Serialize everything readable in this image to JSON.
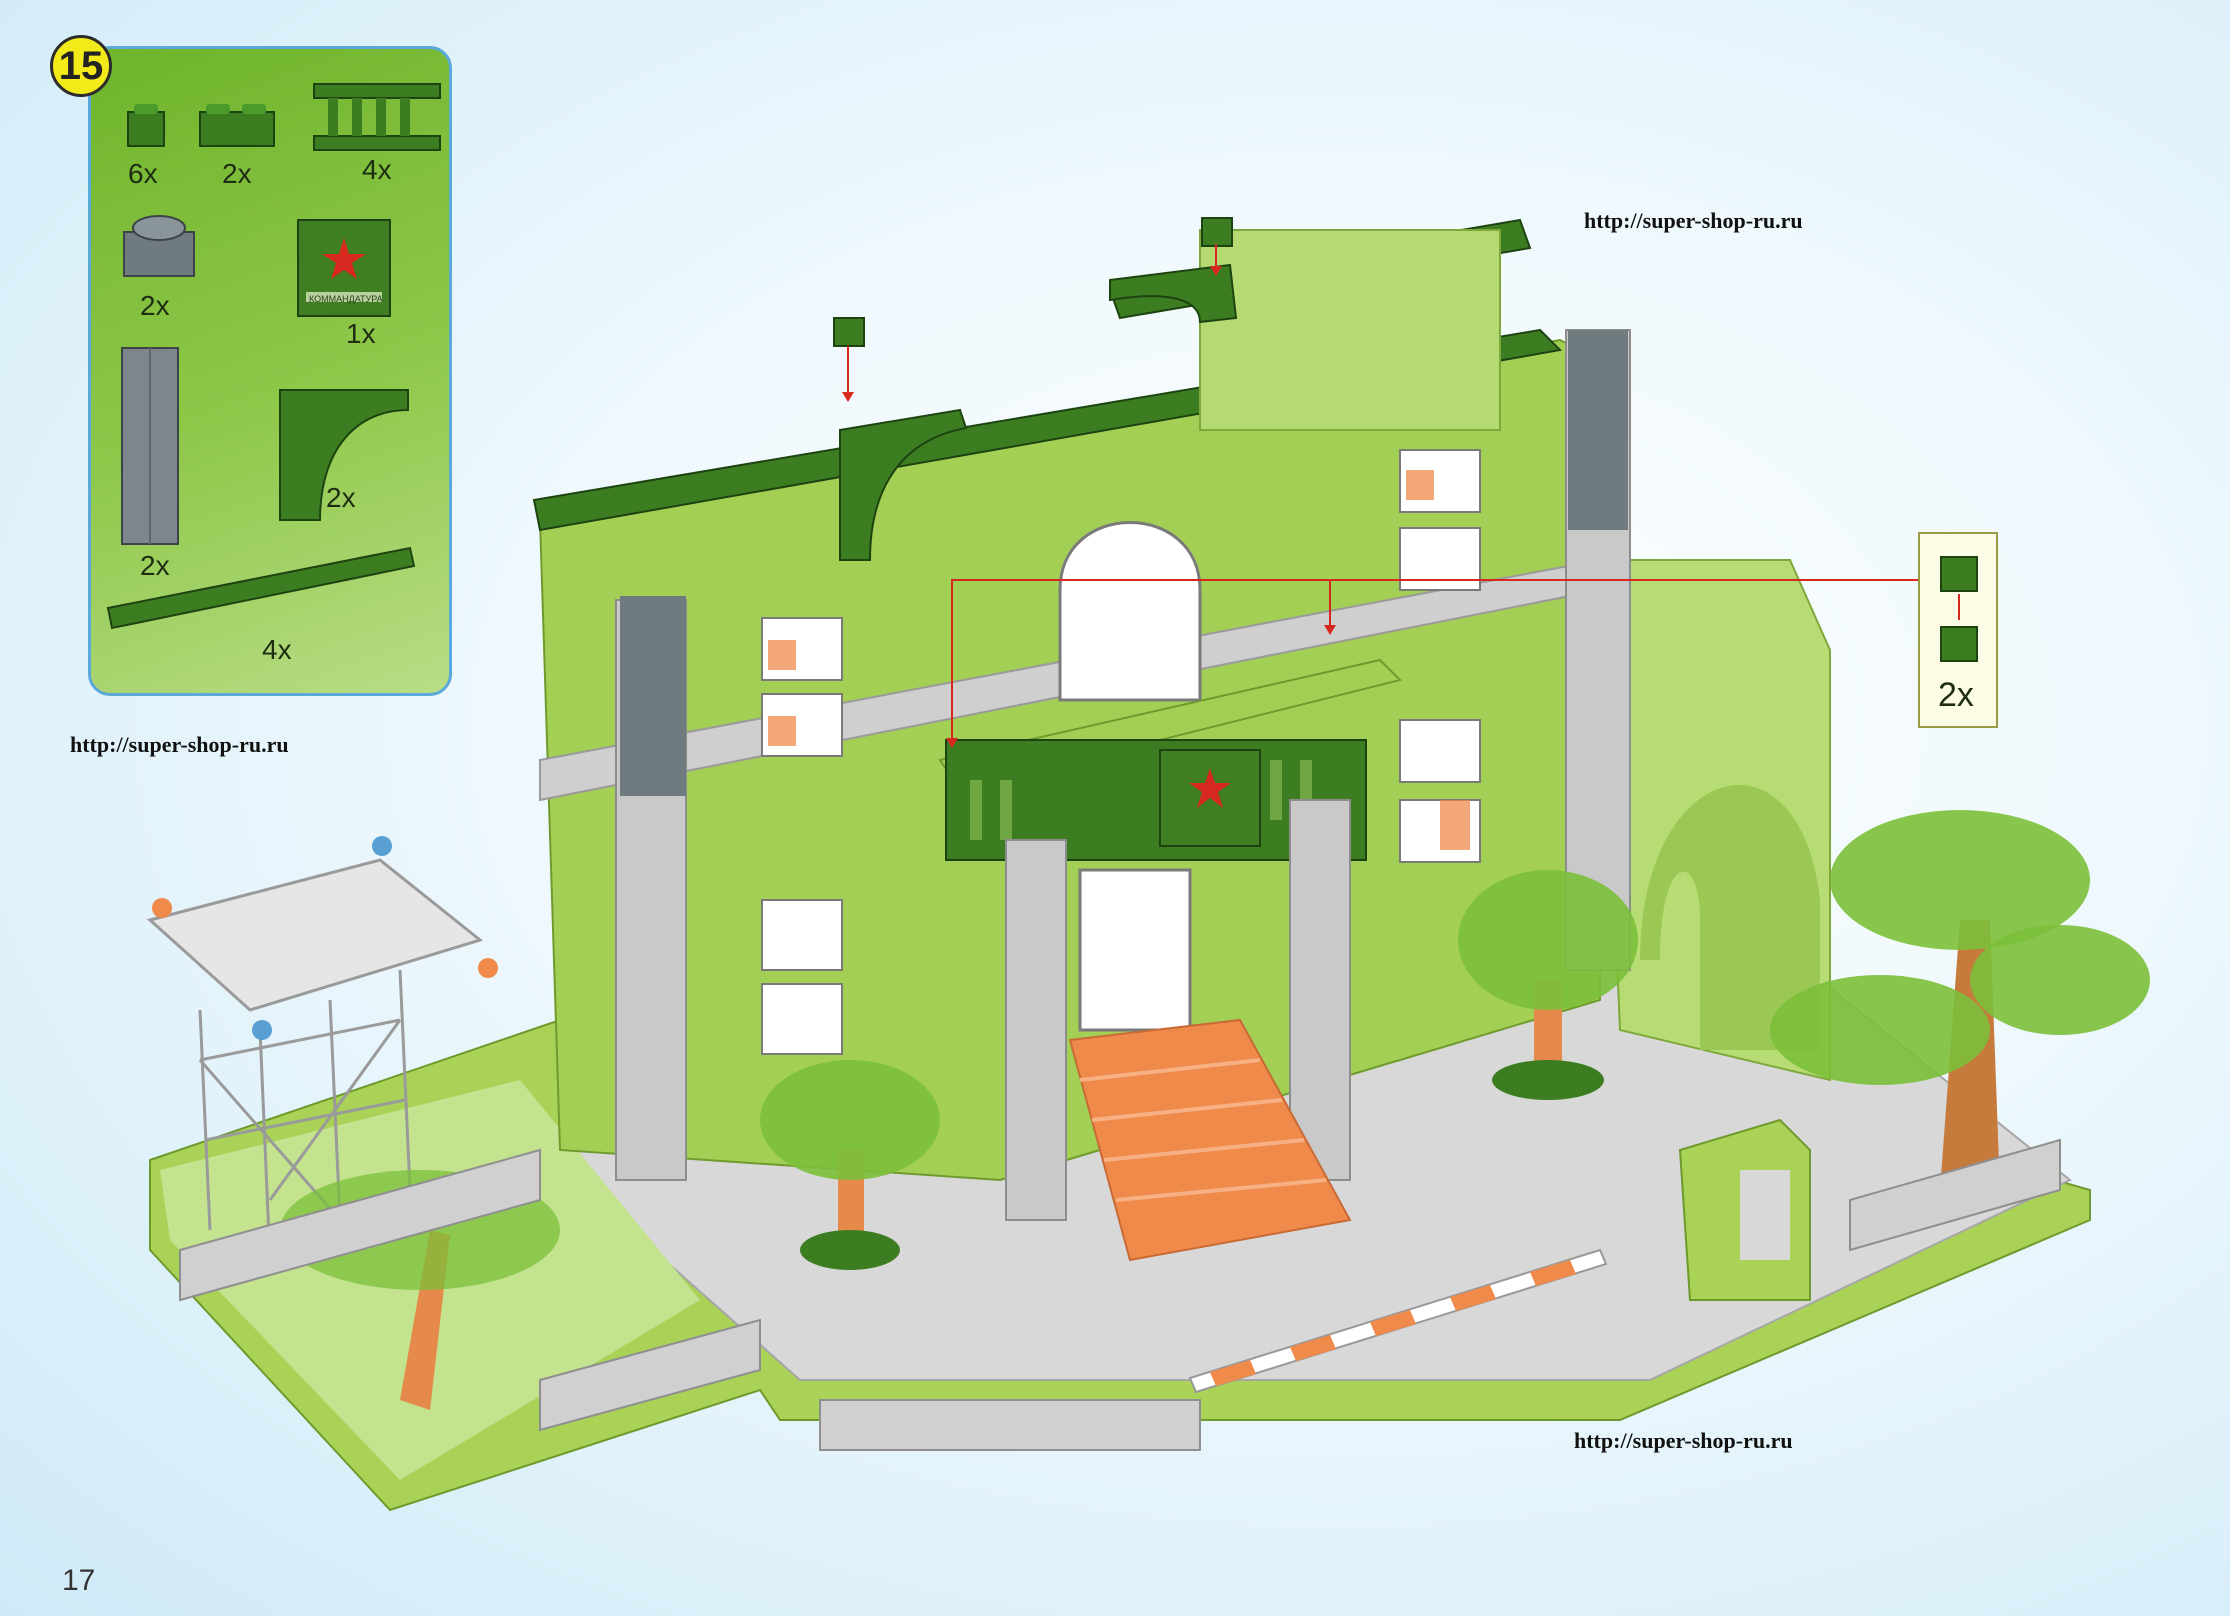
{
  "step": {
    "number": "15"
  },
  "parts": [
    {
      "name": "1x1 brick",
      "qty": "6x"
    },
    {
      "name": "1x2 brick",
      "qty": "2x"
    },
    {
      "name": "fence",
      "qty": "4x"
    },
    {
      "name": "round plate",
      "qty": "2x"
    },
    {
      "name": "emblem panel",
      "qty": "1x",
      "emblem_text": "КОММАНДАТУРА"
    },
    {
      "name": "column",
      "qty": "2x"
    },
    {
      "name": "arch",
      "qty": "2x"
    },
    {
      "name": "long plate",
      "qty": "4x"
    }
  ],
  "callout": {
    "qty": "2x"
  },
  "watermarks": [
    "http://super-shop-ru.ru",
    "http://super-shop-ru.ru",
    "http://super-shop-ru.ru"
  ],
  "page_number": "17",
  "colors": {
    "dark_green": "#3d7d22",
    "light_green": "#a8d45a",
    "gray": "#c9c9c9",
    "orange": "#f08a4b",
    "accent_red": "#d7281f"
  }
}
